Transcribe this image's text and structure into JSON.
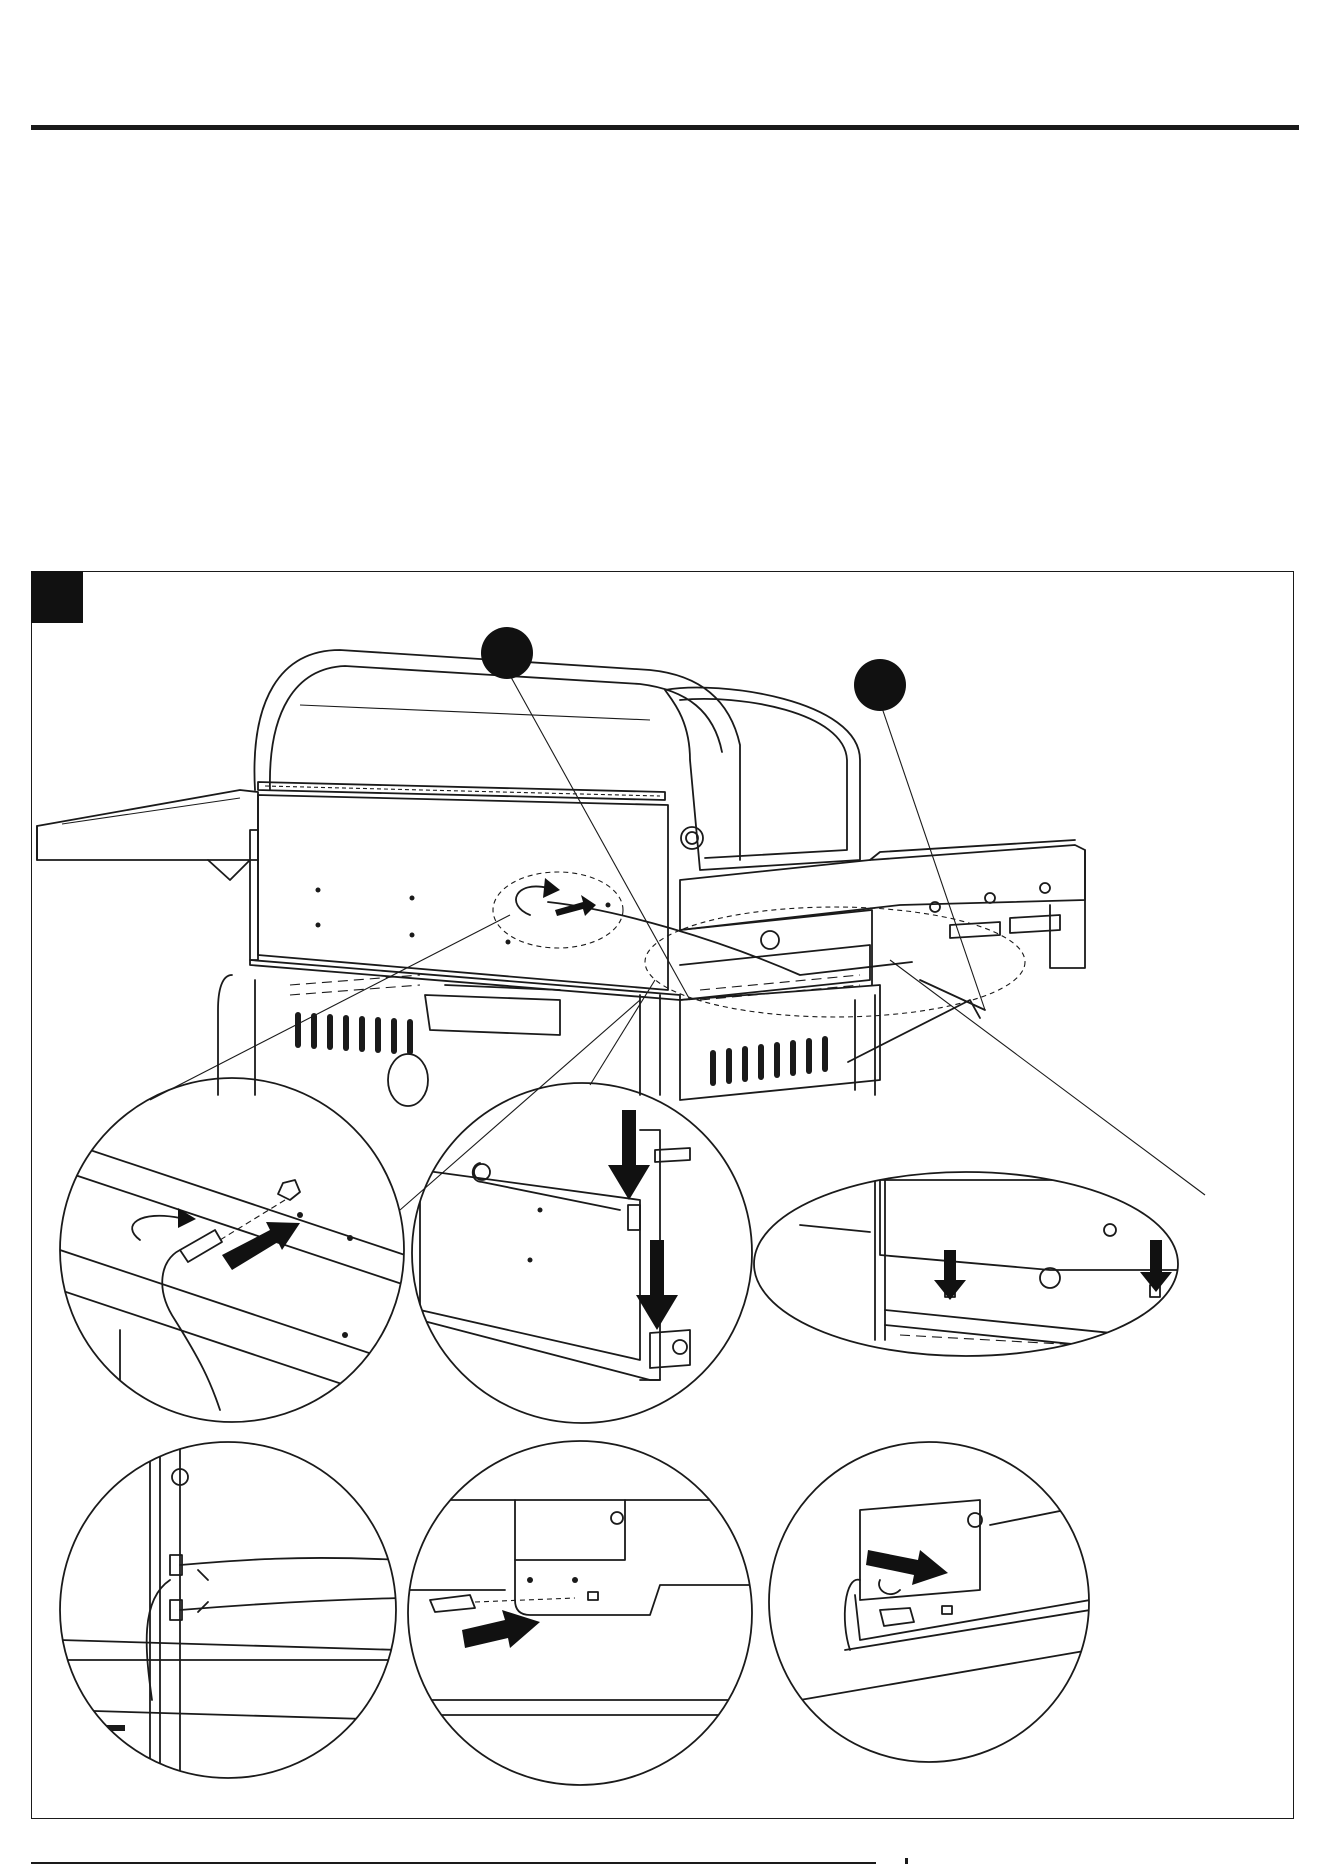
{
  "page": {
    "figure": {
      "illustration": "gas-grill-rear-view",
      "callout_markers": [
        "callout-marker-1",
        "callout-marker-2"
      ],
      "detail_views": [
        "detail-view-top-left",
        "detail-view-top-center",
        "detail-view-top-right",
        "detail-view-bottom-left",
        "detail-view-bottom-center",
        "detail-view-bottom-right"
      ]
    },
    "colors": {
      "ink": "#1a1a1a",
      "paper": "#ffffff"
    }
  }
}
